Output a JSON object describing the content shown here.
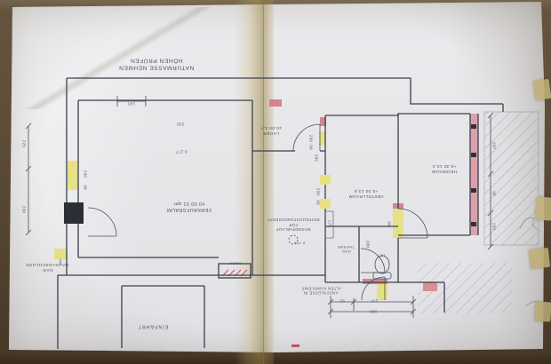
{
  "scan": {
    "orientation_note": "plan text appears rotated 180° in photo",
    "colors": {
      "paper": "#e7e6e9",
      "ink": "#3e4452",
      "fold_stain": "#b89e5f",
      "highlight_yellow": "#e8df6e",
      "highlight_red": "#d4737d",
      "wall_strip_pink": "#dc98a2",
      "table_background": "#5a4936",
      "tape": "#c8b67c"
    }
  },
  "labels": {
    "site_note": [
      "NATURMASSE NEHMEN",
      "HÖHEN PRÜFEN"
    ],
    "verkaufsraum": [
      "VERKAUFSRAUM",
      "±0.00    31 qm"
    ],
    "lager": [
      "LAGER",
      "±0.00  4,7"
    ],
    "abstellraum": [
      "ABSTELLRAUM",
      "+0.30  13,5"
    ],
    "heizraum": [
      "HEIZRAUM",
      "+0.30  10,3"
    ],
    "wasserablauf": [
      "WASSERABLAUF",
      "FÜR",
      "ENTFEUCHTUNGSGERÄT"
    ],
    "gas_hausanschluss": [
      "GAS-",
      "HAUSANSCHLUSS"
    ],
    "einfahrt": [
      "EINFAHRT"
    ],
    "anschluesse": [
      "ANSCHLÜSSE IN",
      "ALTEN KAMIN EINF."
    ],
    "gas_therme": [
      "GAS-",
      "THERME"
    ],
    "kamin": [
      "KAMIN"
    ],
    "hk": [
      "HK"
    ],
    "k756": [
      "K.756"
    ],
    "k277": [
      "K.277"
    ]
  },
  "dims": [
    "143",
    "225",
    "290",
    "90",
    "225",
    "230",
    "205",
    "290",
    "90",
    "230",
    "90",
    "90",
    "200",
    "107",
    "98",
    "150",
    "91",
    "137",
    "198",
    "175"
  ]
}
